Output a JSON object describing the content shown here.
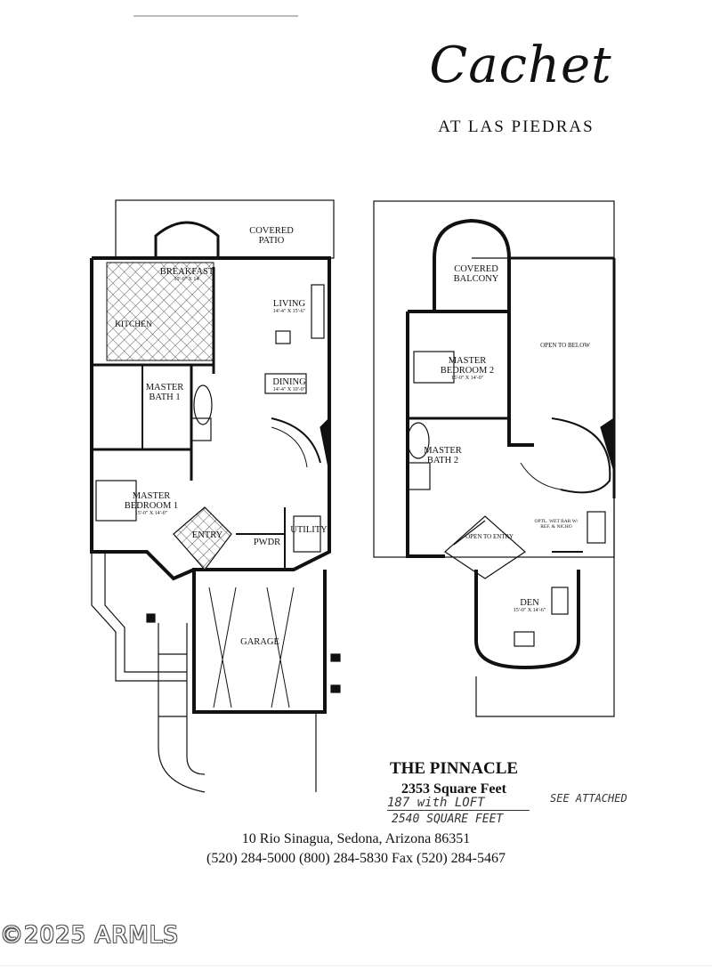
{
  "brand": {
    "name": "Cachet",
    "subtitle": "AT LAS PIEDRAS"
  },
  "floor1": {
    "rooms": {
      "covered_patio": "COVERED PATIO",
      "breakfast": "BREAKFAST",
      "breakfast_dim": "10'-0\" X 14'",
      "kitchen": "KITCHEN",
      "living": "LIVING",
      "living_dim": "14'-4\" X 15'-6\"",
      "dining": "DINING",
      "dining_dim": "14'-4\" X 10'-0\"",
      "master_bath_1": "MASTER BATH 1",
      "master_bedroom_1": "MASTER BEDROOM 1",
      "master_bedroom_1_dim": "15'-0\" X 14'-0\"",
      "entry": "ENTRY",
      "pwdr": "PWDR",
      "utility": "UTILITY",
      "garage": "GARAGE"
    }
  },
  "floor2": {
    "rooms": {
      "covered_balcony": "COVERED BALCONY",
      "open_to_below": "OPEN TO BELOW",
      "master_bedroom_2": "MASTER BEDROOM 2",
      "master_bedroom_2_dim": "15'-0\" X 14'-0\"",
      "master_bath_2": "MASTER BATH 2",
      "open_to_entry": "OPEN TO ENTRY",
      "wet_bar": "OPTL. WET BAR W/ REF. & NICHO",
      "den": "DEN",
      "den_dim": "15'-0\" X 14'-6\""
    }
  },
  "plan": {
    "name": "THE PINNACLE",
    "square_feet": "2353 Square Feet",
    "handwritten_line1": "187 with LOFT",
    "handwritten_line2": "2540 SQUARE FEET",
    "handwritten_note": "SEE ATTACHED"
  },
  "contact": {
    "address": "10 Rio Sinagua, Sedona, Arizona 86351",
    "phones": "(520) 284-5000  (800) 284-5830  Fax (520) 284-5467"
  },
  "watermark": "©2025 ARMLS"
}
